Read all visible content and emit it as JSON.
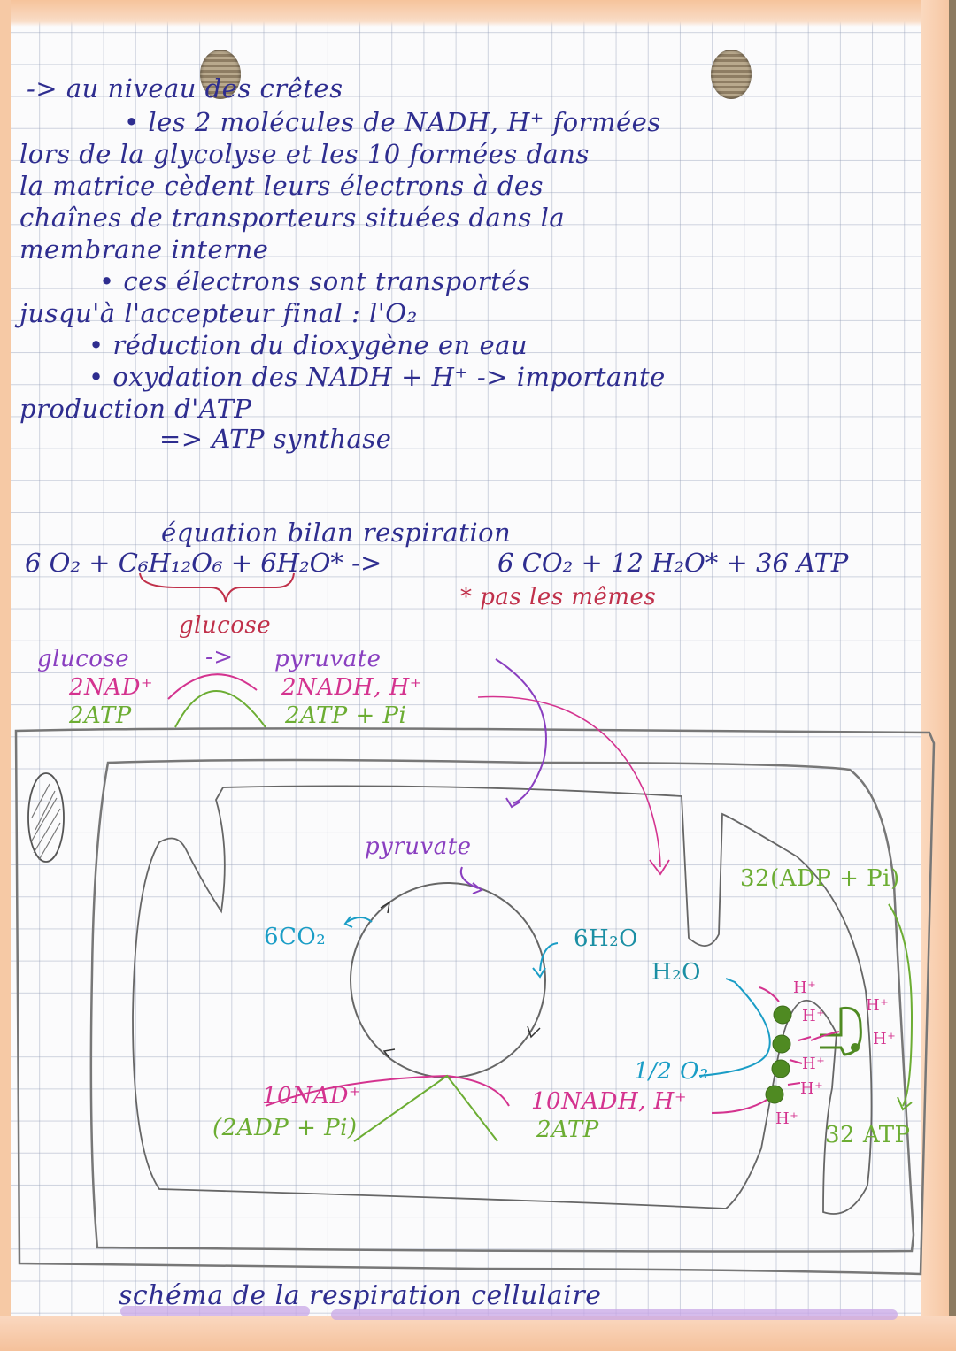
{
  "notes": {
    "heading": "-> au niveau des crêtes",
    "lines": [
      "• les 2 molécules de NADH, H⁺ formées",
      "lors de la glycolyse et les 10 formées dans",
      "la matrice cèdent leurs électrons à des",
      "chaînes de transporteurs situées dans la",
      "membrane interne",
      "• ces électrons sont transportés",
      "jusqu'à l'accepteur final : l'O₂",
      "• réduction du dioxygène en eau",
      "• oxydation des NADH + H⁺ -> importante",
      "production d'ATP",
      "=> ATP synthase"
    ]
  },
  "equation": {
    "title": "équation bilan respiration",
    "formula_left": "6 O₂ + C₆H₁₂O₆ + 6H₂O* ->",
    "formula_right": "6 CO₂ + 12 H₂O* + 36 ATP",
    "brace_label": "glucose",
    "footnote": "* pas les mêmes"
  },
  "glycolysis": {
    "reaction_left": "glucose",
    "arrow": "->",
    "reaction_right": "pyruvate",
    "input_1": "2NAD⁺",
    "output_1": "2NADH, H⁺",
    "input_2": "2ATP",
    "output_2": "2ATP + Pi"
  },
  "krebs": {
    "pyruvate": "pyruvate",
    "co2_out": "6CO₂",
    "h2o_in": "6H₂O",
    "input_nad": "10NAD⁺",
    "input_adp": "(2ADP + Pi)",
    "output_nadh": "10NADH, H⁺",
    "output_atp": "2ATP"
  },
  "electron_chain": {
    "h2o": "H₂O",
    "o2": "1/2 O₂",
    "proton": "H⁺",
    "adp_in": "32(ADP + Pi)",
    "atp_out": "32 ATP"
  },
  "caption": "schéma de la respiration cellulaire",
  "colors": {
    "ink_blue": "#2e2d8f",
    "purple": "#8a3fc0",
    "red": "#c0304a",
    "magenta": "#d4338f",
    "green": "#6cad33",
    "cyan": "#1a9dc6",
    "pencil": "#6e6e6e",
    "margin_orange": "#f6c9a5",
    "highlight_lilac": "#c8a7e7"
  }
}
